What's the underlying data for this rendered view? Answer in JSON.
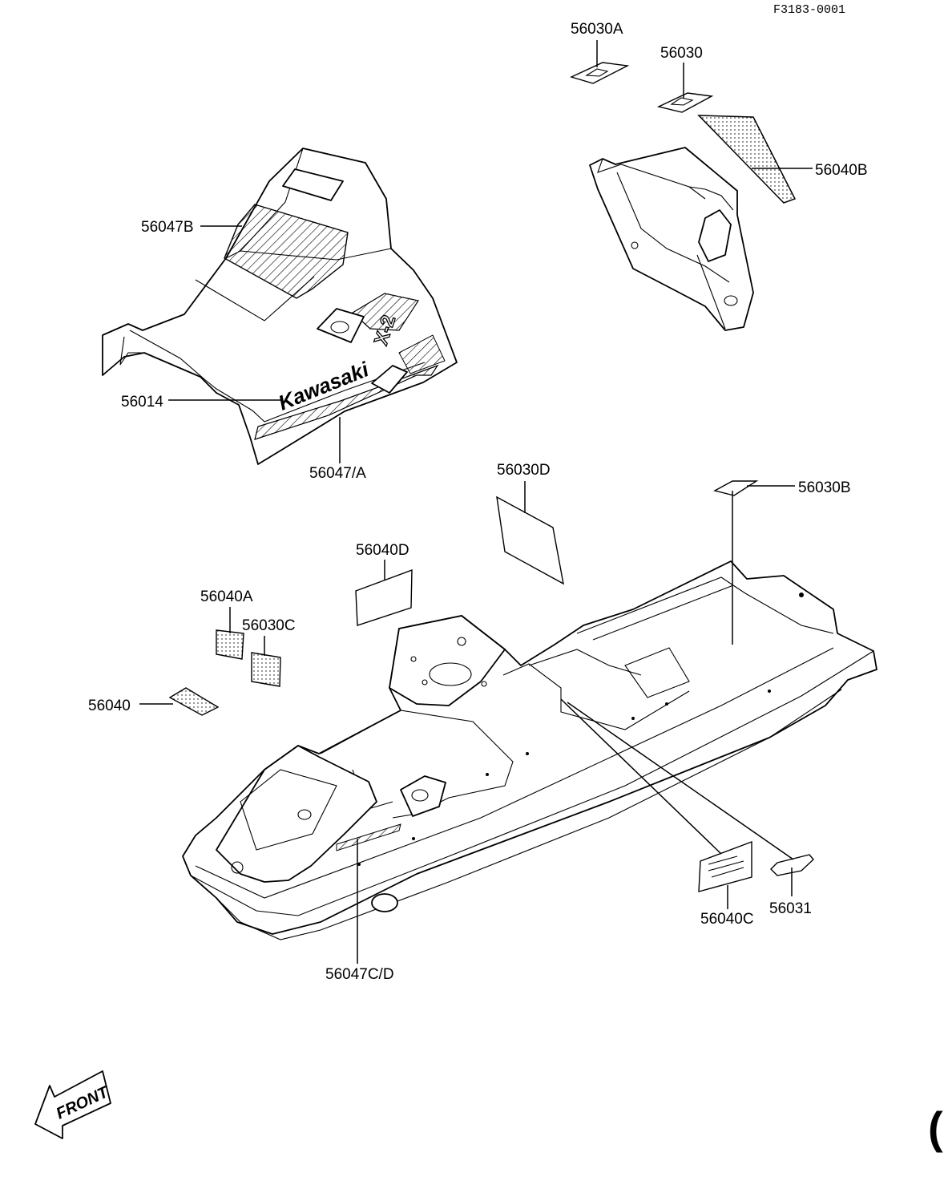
{
  "drawing_code": "F3183-0001",
  "brand_text": "Kawasaki",
  "model_text": "X-2",
  "front_text": "FRONT",
  "corner_mark": "(",
  "callouts": {
    "c56030A": "56030A",
    "c56030": "56030",
    "c56040B": "56040B",
    "c56047B": "56047B",
    "c56014": "56014",
    "c56047A": "56047/A",
    "c56030D": "56030D",
    "c56030B": "56030B",
    "c56040D": "56040D",
    "c56040A": "56040A",
    "c56030C": "56030C",
    "c56040": "56040",
    "c56040C": "56040C",
    "c56031": "56031",
    "c56047CD": "56047C/D"
  }
}
